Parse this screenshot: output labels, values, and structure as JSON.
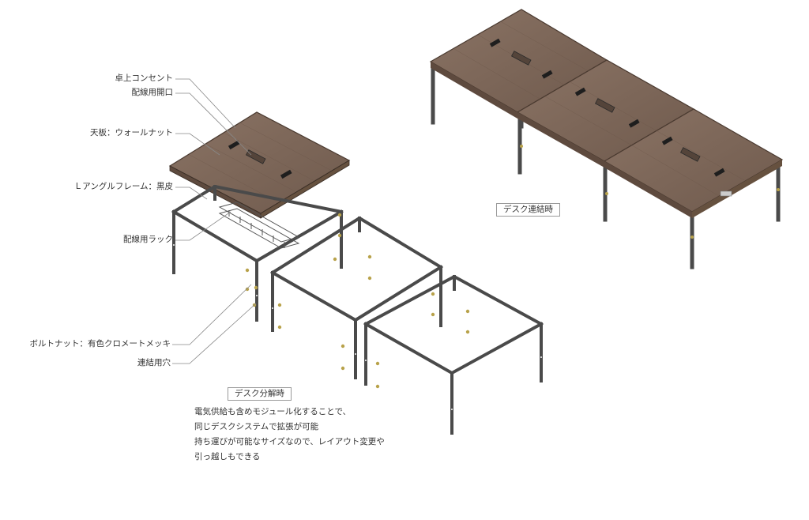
{
  "labels": {
    "outlet": "卓上コンセント",
    "wiring_opening": "配線用開口",
    "tabletop": "天板：ウォールナット",
    "frame": "Ｌアングルフレーム：黒皮",
    "wiring_rack": "配線用ラック",
    "bolt_nut": "ボルトナット：有色クロメートメッキ",
    "connect_hole": "連結用穴"
  },
  "captions": {
    "disassembled": "デスク分解時",
    "connected": "デスク連結時"
  },
  "description": {
    "lines": [
      "電気供給も含めモジュール化することで、",
      "同じデスクシステムで拡張が可能",
      "持ち運びが可能なサイズなので、レイアウト変更や",
      "引っ越しもできる"
    ]
  },
  "colors": {
    "walnut": "#7d6658",
    "walnut_dark": "#5e4a3e",
    "frame": "#4a4a4a",
    "bolt": "#b8a24a",
    "leader": "#888888"
  }
}
